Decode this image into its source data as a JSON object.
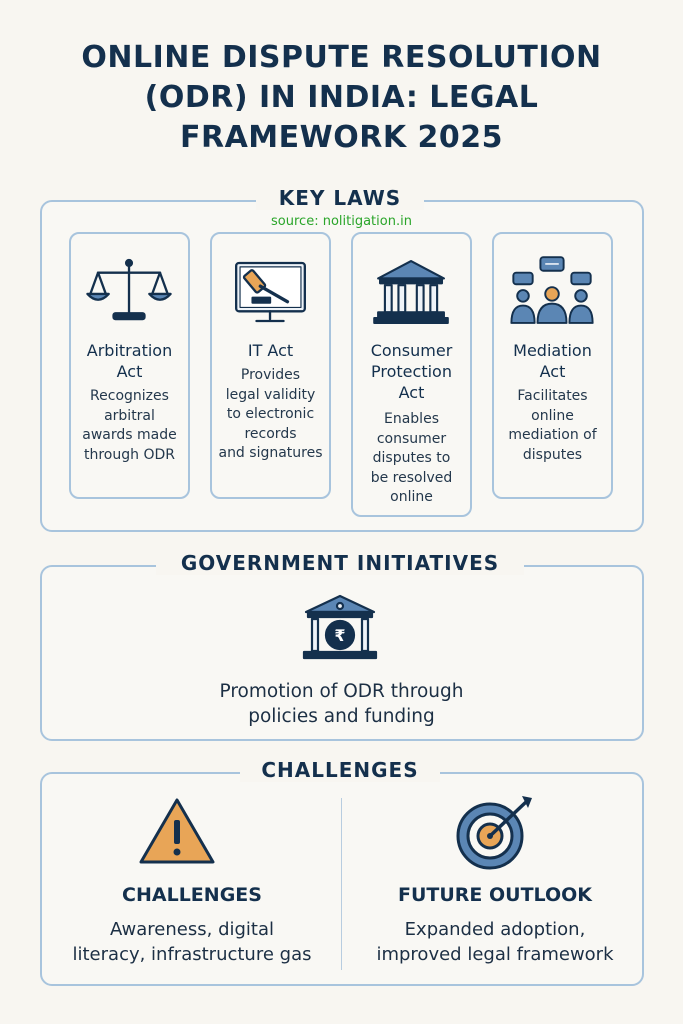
{
  "title": {
    "line1": "ONLINE DISPUTE RESOLUTION",
    "line2": "(ODR) IN INDIA: LEGAL",
    "line3": "FRAMEWORK 2025"
  },
  "key_laws": {
    "heading": "KEY LAWS",
    "source": "source: nolitigation.in",
    "cards": [
      {
        "icon": "scales-icon",
        "title_lines": [
          "Arbitration",
          "Act"
        ],
        "desc_lines": [
          "Recognizes",
          "arbitral",
          "awards made",
          "through ODR"
        ]
      },
      {
        "icon": "gavel-monitor-icon",
        "title_lines": [
          "IT Act"
        ],
        "desc_lines": [
          "Provides",
          "legal validity",
          "to electronic",
          "records",
          "and signatures"
        ]
      },
      {
        "icon": "courthouse-icon",
        "title_lines": [
          "Consumer",
          "Protection",
          "Act"
        ],
        "desc_lines": [
          "Enables",
          "consumer",
          "disputes to",
          "be resolved",
          "online"
        ]
      },
      {
        "icon": "mediation-people-icon",
        "title_lines": [
          "Mediation",
          "Act"
        ],
        "desc_lines": [
          "Facilitates",
          "online",
          "mediation of",
          "disputes"
        ]
      }
    ]
  },
  "government": {
    "heading": "GOVERNMENT INITIATIVES",
    "icon": "rupee-building-icon",
    "text_lines": [
      "Promotion of ODR through",
      "policies and funding"
    ]
  },
  "challenges_section": {
    "heading": "CHALLENGES",
    "left": {
      "icon": "warning-icon",
      "title": "CHALLENGES",
      "desc_lines": [
        "Awareness, digital",
        "literacy, infrastructure gas"
      ]
    },
    "right": {
      "icon": "target-arrow-icon",
      "title": "FUTURE OUTLOOK",
      "desc_lines": [
        "Expanded adoption,",
        "improved legal framework"
      ]
    }
  },
  "colors": {
    "navy": "#14304d",
    "border": "#a8c4dd",
    "accent_blue": "#5b86b4",
    "accent_orange": "#e8a557",
    "source_green": "#2aa52a"
  }
}
